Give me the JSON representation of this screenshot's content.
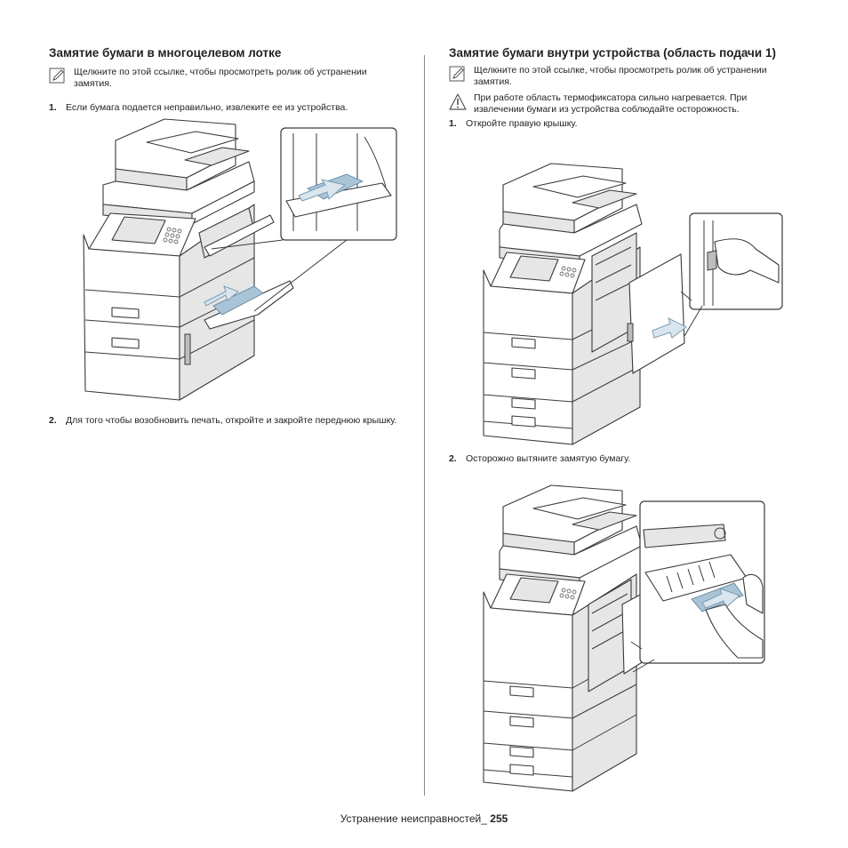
{
  "left": {
    "heading": "Замятие бумаги в многоцелевом лотке",
    "note": "Щелкните по этой ссылке, чтобы просмотреть ролик об устранении замятия.",
    "note_icon": "pencil-note-icon",
    "steps": [
      {
        "num": "1.",
        "text": "Если бумага подается неправильно, извлеките ее из устройства."
      },
      {
        "num": "2.",
        "text": "Для того чтобы возобновить печать, откройте и закройте переднюю крышку."
      }
    ]
  },
  "right": {
    "heading": "Замятие бумаги внутри устройства (область подачи 1)",
    "note": "Щелкните по этой ссылке, чтобы просмотреть ролик об устранении замятия.",
    "warning": "При работе область термофиксатора сильно нагревается. При извлечении бумаги из устройства соблюдайте осторожность.",
    "warning_icon": "warning-triangle-icon",
    "steps": [
      {
        "num": "1.",
        "text": "Откройте правую крышку."
      },
      {
        "num": "2.",
        "text": "Осторожно вытяните замятую бумагу."
      }
    ]
  },
  "footer": {
    "label": "Устранение неисправностей_",
    "page": "255"
  },
  "colors": {
    "text": "#231f20",
    "paper_highlight": "#a9c4d6",
    "divider": "#8a8a8a"
  }
}
